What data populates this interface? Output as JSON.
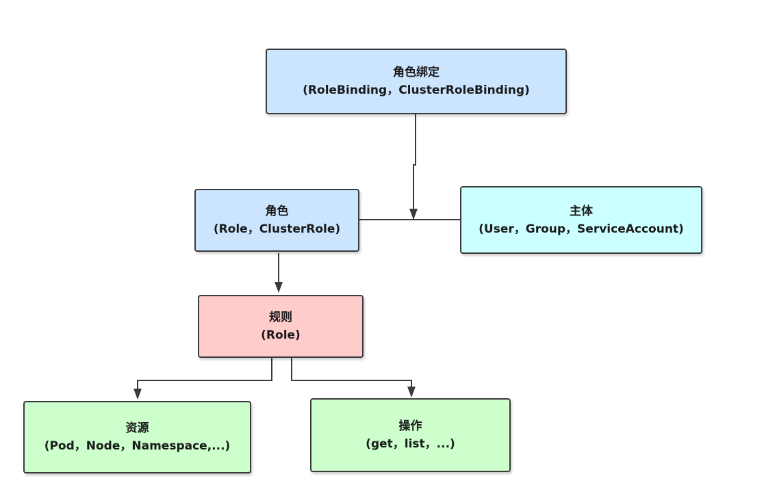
{
  "colors": {
    "blue": "#cce5ff",
    "cyan": "#ccffff",
    "pink": "#ffcccc",
    "green": "#ccffcc",
    "line": "#3a3a3a"
  },
  "nodes": {
    "binding": {
      "title": "角色绑定",
      "subtitle": "(RoleBinding，ClusterRoleBinding)"
    },
    "role": {
      "title": "角色",
      "subtitle": "(Role，ClusterRole)"
    },
    "subject": {
      "title": "主体",
      "subtitle": "(User，Group，ServiceAccount)"
    },
    "rule": {
      "title": "规则",
      "subtitle": "(Role)"
    },
    "resource": {
      "title": "资源",
      "subtitle": "(Pod，Node，Namespace,...)"
    },
    "action": {
      "title": "操作",
      "subtitle": "(get，list，...)"
    }
  }
}
